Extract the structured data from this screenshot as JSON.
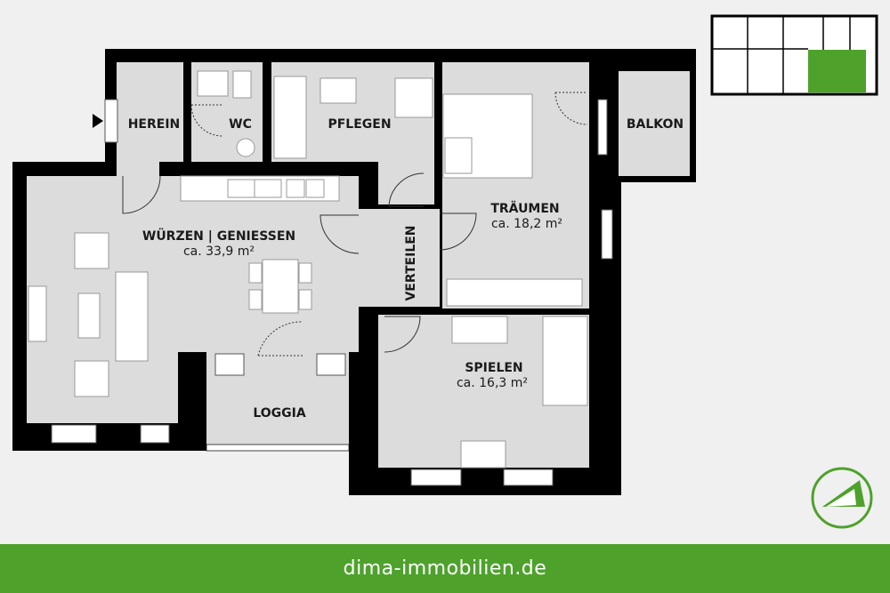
{
  "rooms": {
    "herein": "HEREIN",
    "wc": "WC",
    "pflegen": "PFLEGEN",
    "balkon": "BALKON",
    "traeumen": "TRÄUMEN",
    "traeumen_area": "ca. 18,2 m²",
    "wuerzen": "WÜRZEN | GENIESSEN",
    "wuerzen_area": "ca. 33,9 m²",
    "verteilen": "VERTEILEN",
    "spielen": "SPIELEN",
    "spielen_area": "ca. 16,3 m²",
    "loggia": "LOGGIA"
  },
  "footer": {
    "website": "dima-immobilien.de"
  },
  "colors": {
    "wall": "#000000",
    "floor": "#dcdcdc",
    "background": "#f0f0f0",
    "brand_green": "#4ea22c"
  },
  "icons": {
    "entrance": "entrance-arrow-icon",
    "logo": "dima-logo-icon",
    "key_plan": "key-plan-thumbnail"
  }
}
